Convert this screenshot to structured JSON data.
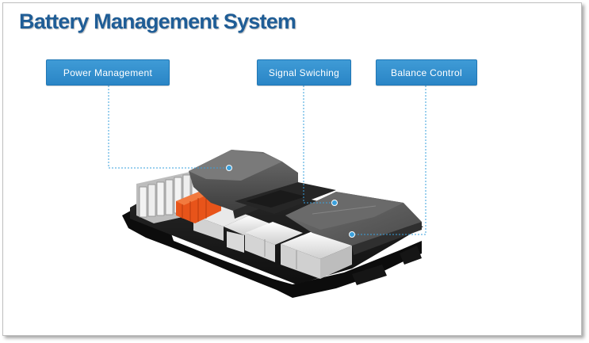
{
  "title": "Battery Management System",
  "labels": {
    "power_management": "Power Management",
    "signal_switching": "Signal Swiching",
    "balance_control": "Balance Control"
  },
  "colors": {
    "title": "#1f5d96",
    "label_bg": "#2a85c6",
    "connector": "#3aa0dc",
    "module_orange": "#e8541a"
  }
}
